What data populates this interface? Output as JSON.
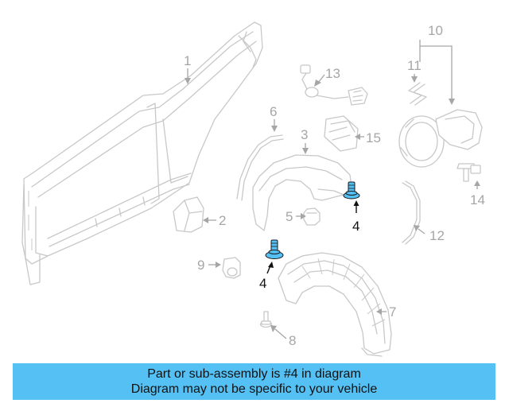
{
  "callouts": {
    "c1": "1",
    "c2": "2",
    "c3": "3",
    "c4a": "4",
    "c4b": "4",
    "c5": "5",
    "c6": "6",
    "c7": "7",
    "c8": "8",
    "c9": "9",
    "c10": "10",
    "c11": "11",
    "c12": "12",
    "c13": "13",
    "c14": "14",
    "c15": "15"
  },
  "highlight_color": "#54c0f4",
  "banner": {
    "line1": "Part or sub-assembly is #4 in diagram",
    "line2": "Diagram may not be specific to your vehicle"
  }
}
